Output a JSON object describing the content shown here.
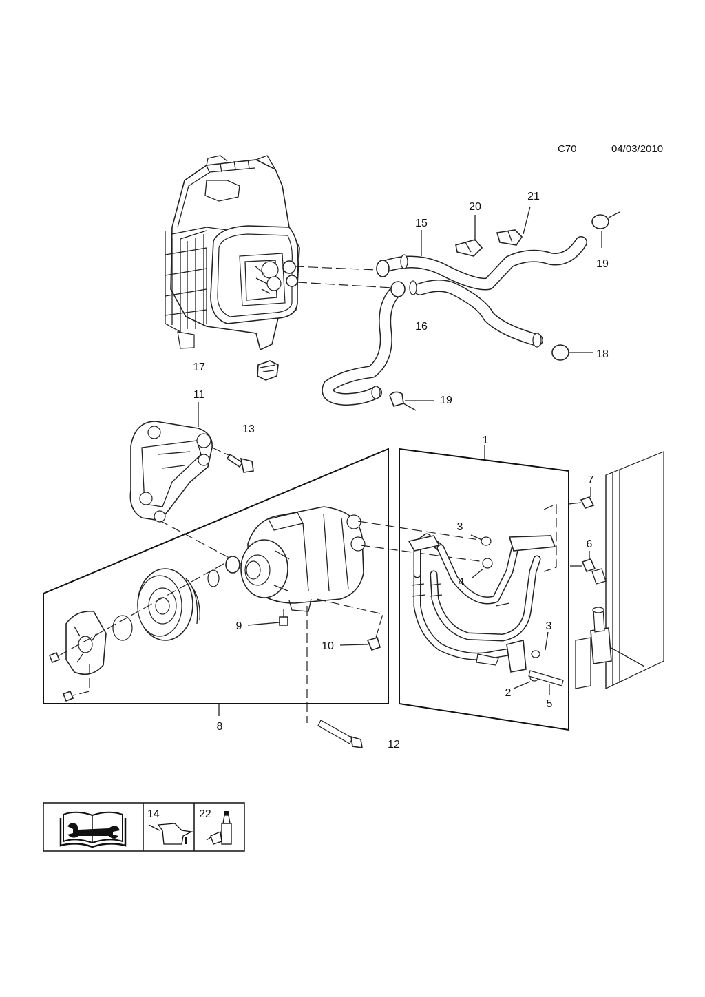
{
  "header": {
    "code": "C70",
    "date": "04/03/2010"
  },
  "callouts": [
    "1",
    "2",
    "3",
    "3",
    "4",
    "5",
    "6",
    "7",
    "8",
    "9",
    "10",
    "11",
    "12",
    "13",
    "15",
    "16",
    "17",
    "18",
    "19",
    "19",
    "20",
    "21"
  ],
  "legend": {
    "items": [
      {
        "number": "",
        "icon": "manual-book-wrench-icon"
      },
      {
        "number": "14",
        "icon": "oil-can-icon"
      },
      {
        "number": "22",
        "icon": "sealant-tube-icon"
      }
    ]
  }
}
